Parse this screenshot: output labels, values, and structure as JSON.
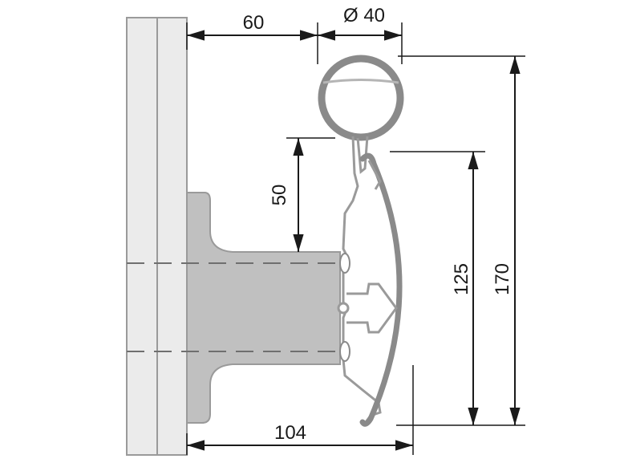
{
  "dimensions": {
    "rail_offset": "60",
    "rail_diameter": "Ø 40",
    "bracket_height": "50",
    "bumper_height": "125",
    "total_height": "170",
    "total_depth": "104"
  },
  "colors": {
    "wall_fill": "#ebebeb",
    "wall_stroke": "#9a9a9a",
    "bracket_fill": "#c0c0c0",
    "bracket_stroke": "#9a9a9a",
    "profile_stroke": "#8a8a8a",
    "dimension_line": "#1a1a1a"
  }
}
